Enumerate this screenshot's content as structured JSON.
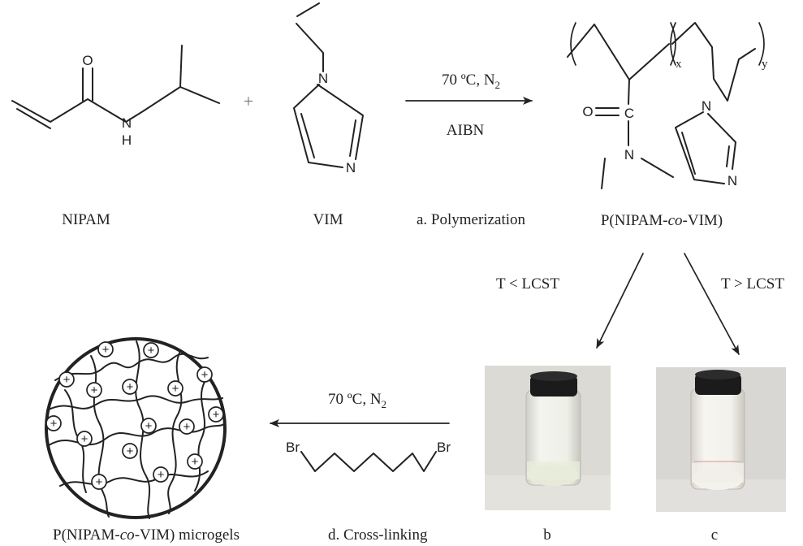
{
  "labels": {
    "nipam": "NIPAM",
    "vim": "VIM",
    "plus": "+",
    "polymerization": "a. Polymerization",
    "copolymer": {
      "pre": "P(NIPAM-",
      "co": "co",
      "post": "-VIM)"
    },
    "microgel": {
      "pre": "P(NIPAM-",
      "co": "co",
      "post": "-VIM) microgels"
    },
    "crosslinking": "d. Cross-linking",
    "vial_b": "b",
    "vial_c": "c",
    "below_lcst": "T < LCST",
    "above_lcst": "T > LCST"
  },
  "conditions": {
    "polymerization": {
      "temp": "70 ºC, N",
      "sub": "2",
      "initiator": "AIBN"
    },
    "crosslinking": {
      "temp": "70 ºC, N",
      "sub": "2"
    }
  },
  "atoms": {
    "O": "O",
    "N": "N",
    "H": "H",
    "C": "C",
    "Br": "Br",
    "x": "x",
    "y": "y",
    "charge": "+"
  },
  "colors": {
    "ink": "#222222",
    "vial_cap": "#1b1b1b",
    "vial_b_fill": "#e7ead8",
    "vial_c_fill": "#f2f0ea",
    "photo_bg": "#d9d7d3"
  }
}
